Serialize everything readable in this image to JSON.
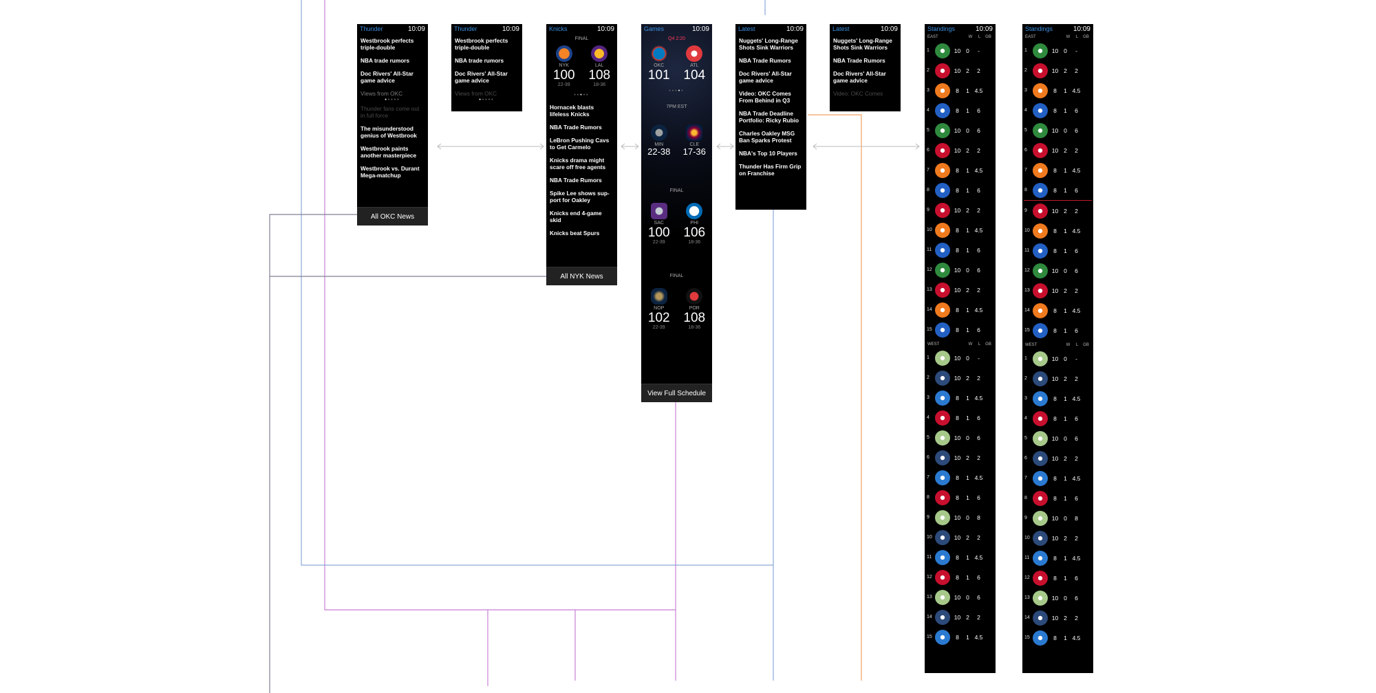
{
  "colors": {
    "accent": "#3b8fe0",
    "live": "#ff3b5c",
    "cutoff": "#c01d2e",
    "wire_purple": "#c77ed6",
    "wire_blue": "#8aa8d8",
    "wire_gray": "#7f7f95",
    "wire_orange": "#f0a060",
    "arrow": "#bbbbbb"
  },
  "screens": {
    "thunder_full": {
      "app": "Thunder",
      "time": "10:09",
      "items": [
        "Westbrook perfects triple-double",
        "NBA trade rumors",
        "Doc Rivers' All-Star game advice",
        "Views from OKC",
        "Thunder fans come out in full force",
        "The misunderstood genius of Westbrook",
        "Westbrook paints another masterpiece",
        "Westbrook vs. Durant Mega-matchup"
      ],
      "footer": "All OKC News"
    },
    "thunder_short": {
      "app": "Thunder",
      "time": "10:09",
      "items": [
        "Westbrook perfects triple-double",
        "NBA trade rumors",
        "Doc Rivers' All-Star game advice",
        "Views from OKC"
      ]
    },
    "knicks": {
      "app": "Knicks",
      "time": "10:09",
      "status": "FINAL",
      "home": {
        "abbr": "NYK",
        "score": "100",
        "record": "22-39",
        "logo": "knicks-logo"
      },
      "away": {
        "abbr": "LAL",
        "score": "108",
        "record": "18-36",
        "logo": "lakers-logo"
      },
      "items": [
        "Hornacek blasts lifeless Knicks",
        "NBA Trade Rumors",
        "LeBron Pushing Cavs to Get Carmelo",
        "Knicks drama might scare off free agents",
        "NBA Trade Rumors",
        "Spike Lee shows sup-port for Oakley",
        "Knicks end 4-game skid",
        "Knicks beat Spurs"
      ],
      "footer": "All NYK News"
    },
    "games": {
      "app": "Games",
      "time": "10:09",
      "footer": "View Full Schedule",
      "games": [
        {
          "status": "Q4 2:20",
          "a": {
            "abbr": "OKC",
            "val": "101",
            "logo": "thunder-logo"
          },
          "b": {
            "abbr": "ATL",
            "val": "104",
            "logo": "hawks-logo"
          }
        },
        {
          "status": "7PM EST",
          "a": {
            "abbr": "MIN",
            "val": "22-38",
            "logo": "timberwolves-logo"
          },
          "b": {
            "abbr": "CLE",
            "val": "17-36",
            "logo": "cavaliers-logo"
          }
        },
        {
          "status": "FINAL",
          "a": {
            "abbr": "SAC",
            "val": "100",
            "rec": "22-39",
            "logo": "kings-logo"
          },
          "b": {
            "abbr": "PHI",
            "val": "106",
            "rec": "18-36",
            "logo": "76ers-logo"
          }
        },
        {
          "status": "FINAL",
          "a": {
            "abbr": "NOP",
            "val": "102",
            "rec": "22-39",
            "logo": "pelicans-logo"
          },
          "b": {
            "abbr": "POR",
            "val": "108",
            "rec": "18-36",
            "logo": "blazers-logo"
          }
        }
      ]
    },
    "latest_full": {
      "app": "Latest",
      "time": "10:09",
      "items": [
        "Nuggets' Long-Range Shots Sink Warriors",
        "NBA Trade Rumors",
        "Doc Rivers' All-Star game advice",
        "Video: OKC Comes From Behind in Q3",
        "NBA Trade Deadline Portfolio: Ricky Rubio",
        "Charles Oakley MSG Ban Sparks Protest",
        "NBA's Top 10 Players",
        "Thunder Has Firm Grip on Franchise"
      ]
    },
    "latest_short": {
      "app": "Latest",
      "time": "10:09",
      "items": [
        "Nuggets' Long-Range Shots Sink Warriors",
        "NBA Trade Rumors",
        "Doc Rivers' All-Star game advice",
        "Video: OKC Comes"
      ]
    },
    "standings": {
      "app": "Standings",
      "time": "10:09",
      "east_label": "EAST",
      "west_label": "WEST",
      "cols": [
        "W",
        "L",
        "GB"
      ],
      "east": [
        [
          "1",
          "celtics",
          "10",
          "0",
          "-"
        ],
        [
          "2",
          "hawks",
          "10",
          "2",
          "2"
        ],
        [
          "3",
          "knicks",
          "8",
          "1",
          "4.5"
        ],
        [
          "4",
          "76ers",
          "8",
          "1",
          "6"
        ],
        [
          "5",
          "celtics",
          "10",
          "0",
          "6"
        ],
        [
          "6",
          "hawks",
          "10",
          "2",
          "2"
        ],
        [
          "7",
          "knicks",
          "8",
          "1",
          "4.5"
        ],
        [
          "8",
          "76ers",
          "8",
          "1",
          "6"
        ],
        [
          "9",
          "hawks",
          "10",
          "2",
          "2"
        ],
        [
          "10",
          "knicks",
          "8",
          "1",
          "4.5"
        ],
        [
          "11",
          "76ers",
          "8",
          "1",
          "6"
        ],
        [
          "12",
          "celtics",
          "10",
          "0",
          "6"
        ],
        [
          "13",
          "hawks",
          "10",
          "2",
          "2"
        ],
        [
          "14",
          "knicks",
          "8",
          "1",
          "4.5"
        ],
        [
          "15",
          "76ers",
          "8",
          "1",
          "6"
        ]
      ],
      "west": [
        [
          "1",
          "nuggets",
          "10",
          "0",
          "-"
        ],
        [
          "2",
          "timberwolves",
          "10",
          "2",
          "2"
        ],
        [
          "3",
          "thunder",
          "8",
          "1",
          "4.5"
        ],
        [
          "4",
          "blazers",
          "8",
          "1",
          "6"
        ],
        [
          "5",
          "nuggets",
          "10",
          "0",
          "6"
        ],
        [
          "6",
          "timberwolves",
          "10",
          "2",
          "2"
        ],
        [
          "7",
          "thunder",
          "8",
          "1",
          "4.5"
        ],
        [
          "8",
          "blazers",
          "8",
          "1",
          "6"
        ],
        [
          "9",
          "nuggets",
          "10",
          "0",
          "8"
        ],
        [
          "10",
          "timberwolves",
          "10",
          "2",
          "2"
        ],
        [
          "11",
          "thunder",
          "8",
          "1",
          "4.5"
        ],
        [
          "12",
          "blazers",
          "8",
          "1",
          "6"
        ],
        [
          "13",
          "nuggets",
          "10",
          "0",
          "6"
        ],
        [
          "14",
          "timberwolves",
          "10",
          "2",
          "2"
        ],
        [
          "15",
          "thunder",
          "8",
          "1",
          "4.5"
        ]
      ]
    }
  },
  "team_colors": {
    "celtics": "#2f8a3e",
    "hawks": "#c8102e",
    "knicks": "#f07a1e",
    "76ers": "#2360c4",
    "nuggets": "#a6c98a",
    "timberwolves": "#2c4a7a",
    "thunder": "#2b7ad1",
    "blazers": "#c8102e",
    "lakers": "#6b2fa5",
    "cavaliers": "#7a1a32",
    "kings": "#6a5aa8",
    "pelicans": "#3a5fa8"
  }
}
